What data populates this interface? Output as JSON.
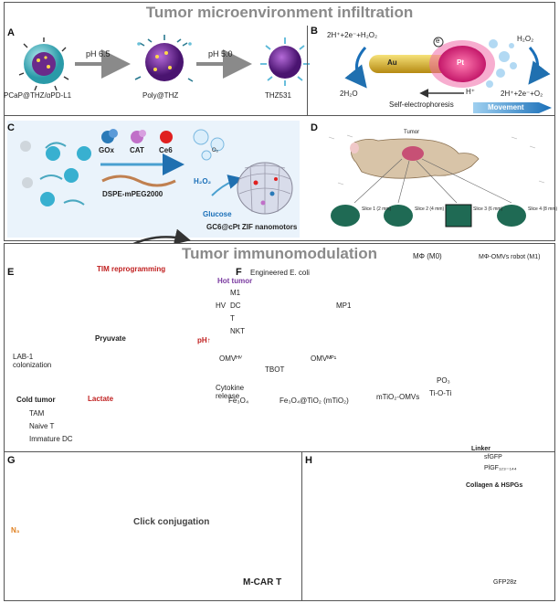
{
  "sections": [
    {
      "title": "Tumor microenvironment infiltration"
    },
    {
      "title": "Tumor immunomodulation"
    }
  ],
  "panels": {
    "A": {
      "letter": "A",
      "labels": [
        "PCaP@THZ/αPD-L1",
        "Poly@THZ",
        "THZ531"
      ],
      "arrows": [
        "pH 6.5",
        "pH 5.0"
      ]
    },
    "B": {
      "letter": "B",
      "left_top": "2H⁺+2e⁻+H₂O₂",
      "left_bottom": "2H₂O",
      "au": "Au",
      "pt": "Pt",
      "electron": "e",
      "right_top": "H₂O₂",
      "right_bottom": "2H⁺+2e⁻+O₂",
      "proton": "H⁺",
      "self": "Self-electrophoresis",
      "movement": "Movement"
    },
    "C": {
      "letter": "C",
      "reagents": [
        "GOx",
        "CAT",
        "Ce6"
      ],
      "dspe": "DSPE-mPEG2000",
      "h2o2": "H₂O₂",
      "glucose": "Glucose",
      "product": "GC6@cPt ZIF nanomotors",
      "o2": "O₂"
    },
    "D": {
      "letter": "D",
      "tumor": "Tumor",
      "slices": [
        "Slice 1 (2 mm)",
        "Slice 2 (4 mm)",
        "Slice 3 (6 mm)",
        "Slice 4 (8 mm)"
      ]
    },
    "E": {
      "letter": "E",
      "tim": "TIM reprogramming",
      "hot": "Hot tumor",
      "hot_items": [
        "M1",
        "DC",
        "T",
        "NKT"
      ],
      "ph": "pH↑",
      "pyruvate": "Pryuvate",
      "lab": "LAB-1 colonization",
      "cytokine": "Cytokine release",
      "lactate": "Lactate",
      "cold": "Cold tumor",
      "cold_items": [
        "TAM",
        "Naive T",
        "Immature DC"
      ]
    },
    "F": {
      "letter": "F",
      "ecoli": "Engineered E. coli",
      "hv": "HV",
      "mp1": "MP1",
      "omv_hv": "OMVᴴⱽ",
      "omv_mp1": "OMVᴹᴾ¹",
      "tbot": "TBOT",
      "fe": "Fe₃O₄",
      "fe_tio2": "Fe₃O₄@TiO₂ (mTiO₂)",
      "mtio2": "mTiO₂-OMVs",
      "m0": "MΦ (M0)",
      "m1": "MΦ-OMVs robot (M1)",
      "po": "PO₃",
      "tioti": "Ti-O-Ti"
    },
    "G": {
      "letter": "G",
      "click": "Click conjugation",
      "n3": "N₃",
      "mcart": "M-CAR T"
    },
    "H": {
      "letter": "H",
      "linker": "Linker",
      "sfgfp": "sfGFP",
      "plgf": "PlGF₁₂₃₋₁₄₄",
      "collagen": "Collagen & HSPGs",
      "gfp": "GFP28z"
    }
  }
}
